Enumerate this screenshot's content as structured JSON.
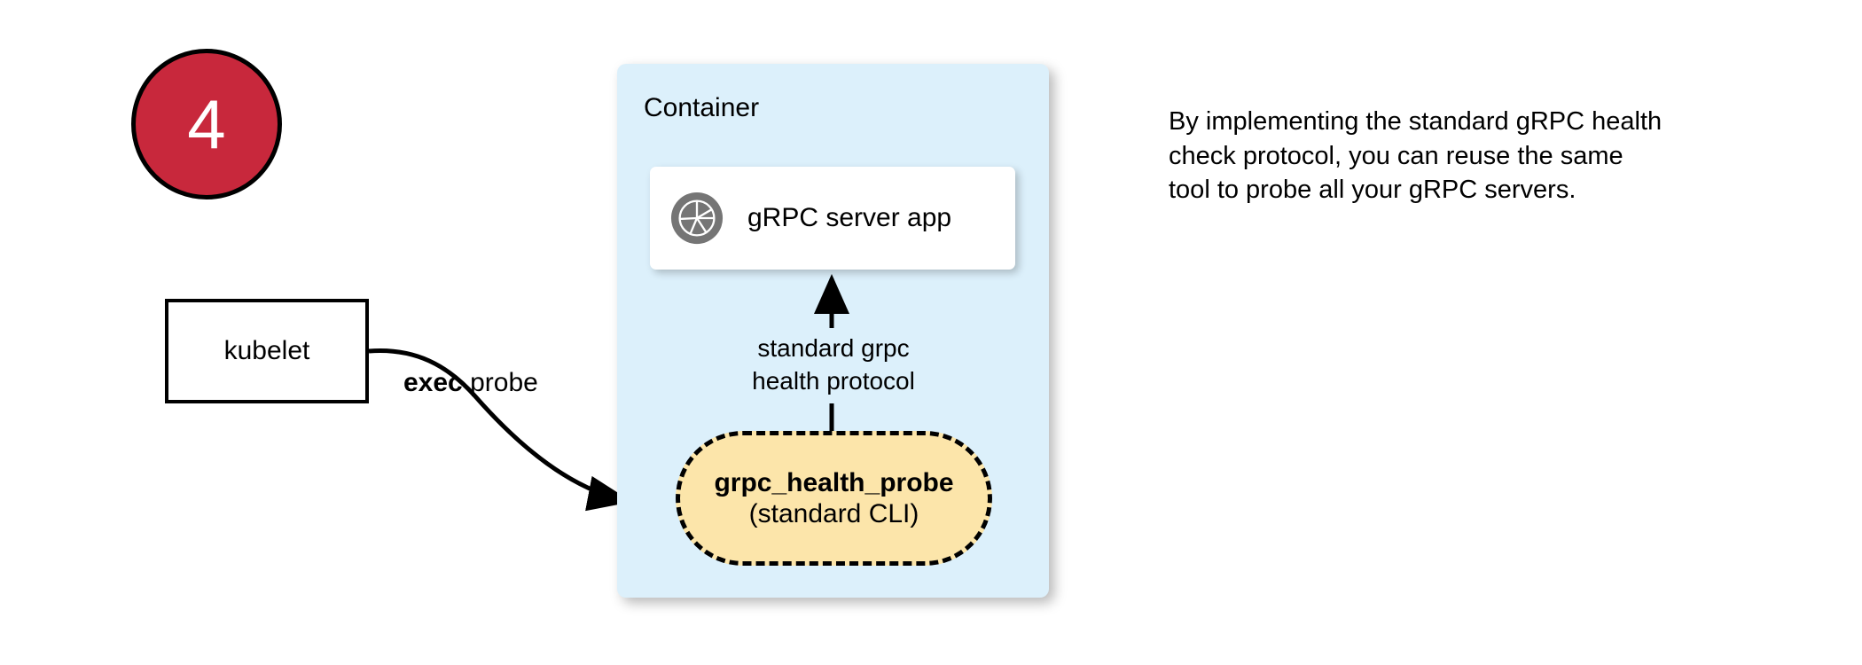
{
  "step": {
    "number": "4",
    "badge_fill": "#C8283C",
    "badge_text_color": "#ffffff"
  },
  "kubelet": {
    "label": "kubelet"
  },
  "container": {
    "title": "Container",
    "fill": "#DCF0FB"
  },
  "server_card": {
    "label": "gRPC server app",
    "icon": "aperture-icon",
    "icon_color": "#757575",
    "fill": "#ffffff"
  },
  "probe": {
    "title": "grpc_health_probe",
    "subtitle": "(standard CLI)",
    "fill": "#FCE5AA",
    "border_style": "dashed"
  },
  "edges": {
    "exec_probe": {
      "label_bold": "exec",
      "label_rest": " probe"
    },
    "protocol": {
      "line1": "standard grpc",
      "line2": "health protocol"
    }
  },
  "note": {
    "text": "By implementing the standard gRPC health check protocol, you can reuse the same tool to probe all your gRPC servers."
  }
}
